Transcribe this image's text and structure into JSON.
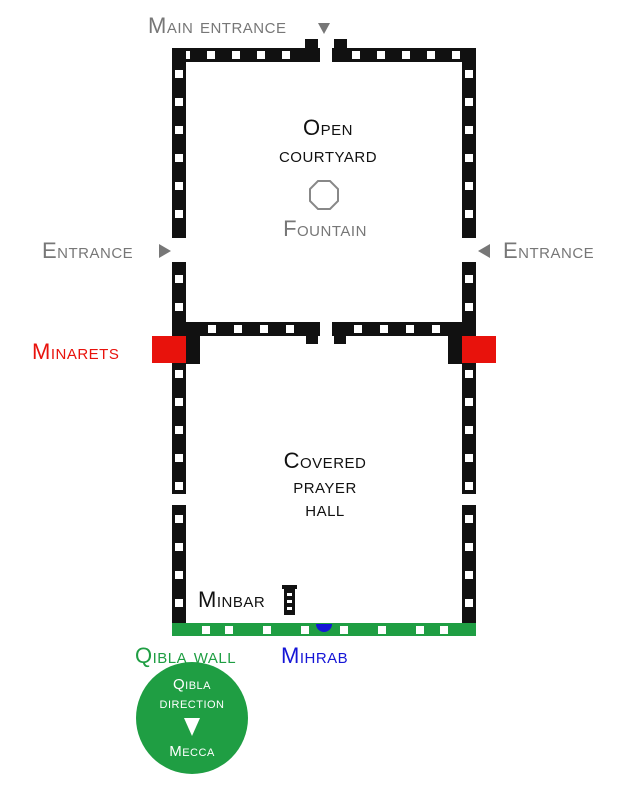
{
  "labels": {
    "main_entrance": "Main entrance",
    "open_courtyard_line1": "Open",
    "open_courtyard_line2": "courtyard",
    "fountain": "Fountain",
    "entrance_left": "Entrance",
    "entrance_right": "Entrance",
    "minarets": "Minarets",
    "covered_prayer_hall_line1": "Covered",
    "covered_prayer_hall_line2": "prayer",
    "covered_prayer_hall_line3": "hall",
    "minbar": "Minbar",
    "qibla_wall": "Qibla wall",
    "mihrab": "Mihrab",
    "qibla_direction_line1": "Qibla",
    "qibla_direction_line2": "direction",
    "mecca": "Mecca"
  },
  "colors": {
    "wall": "#111111",
    "minaret": "#e8120c",
    "qibla": "#1f9e43",
    "mihrab": "#1515d6",
    "annotation": "#777777"
  },
  "icons": {
    "fountain": "octagon-icon",
    "entrance_markers": "triangle-arrow-icon",
    "qibla_direction": "down-triangle-icon"
  }
}
